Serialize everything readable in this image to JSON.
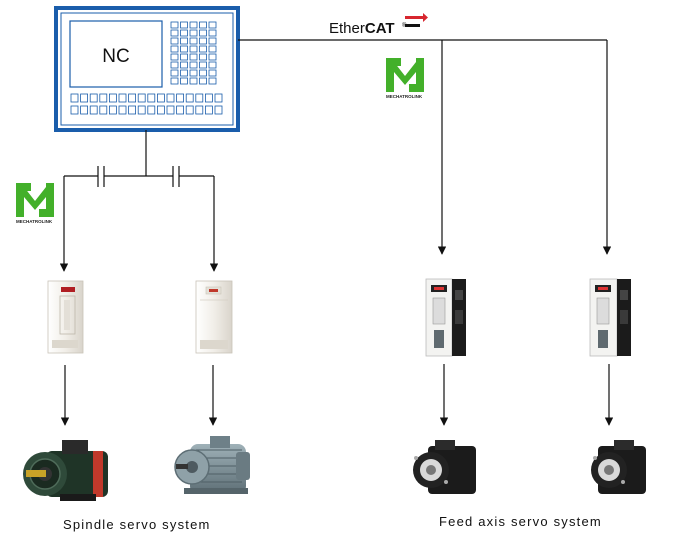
{
  "nc_label": "NC",
  "ethercat_logo": {
    "text_a": "Ether",
    "text_b": "CAT",
    "reg": "®"
  },
  "mechatrolink_logo": {
    "text": "MECHATROLINK"
  },
  "captions": {
    "spindle": "Spindle servo system",
    "feed": "Feed axis servo system"
  },
  "colors": {
    "nc_border": "#1a5dab",
    "logo_green": "#43b02a",
    "ethercat_red": "#d7262f",
    "motor_green": "#2f4a3a",
    "motor_gray": "#7a8c94",
    "servo_black": "#1b1b1b"
  }
}
